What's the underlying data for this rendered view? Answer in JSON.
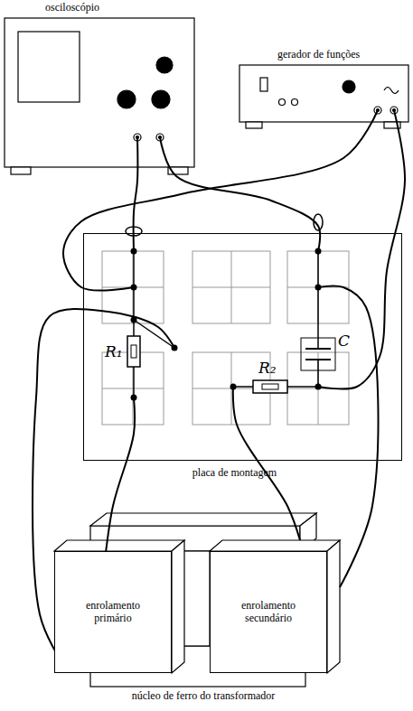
{
  "diagram": {
    "nodes": [
      {
        "text": [
          "osciloscópio"
        ]
      },
      {
        "text": [
          "gerador de funções"
        ]
      },
      {
        "text": [
          "placa de montagem"
        ]
      },
      {
        "text": [
          "enrolamento primário"
        ]
      },
      {
        "text": [
          "enrolamento secundário"
        ]
      }
    ],
    "edges": [
      {
        "from": 0,
        "to": 2,
        "arrow": "none"
      },
      {
        "from": 0,
        "to": 2,
        "arrow": "none"
      },
      {
        "from": 1,
        "to": 2,
        "arrow": "none"
      },
      {
        "from": 1,
        "to": 2,
        "arrow": "none"
      },
      {
        "from": 3,
        "to": 2,
        "arrow": "none"
      },
      {
        "from": 3,
        "to": 2,
        "arrow": "none"
      },
      {
        "from": 4,
        "to": 2,
        "arrow": "none"
      },
      {
        "from": 4,
        "to": 2,
        "arrow": "none"
      }
    ],
    "labels": [
      "R₁",
      "C",
      "R₂",
      "núcleo de ferro do transformador"
    ]
  }
}
